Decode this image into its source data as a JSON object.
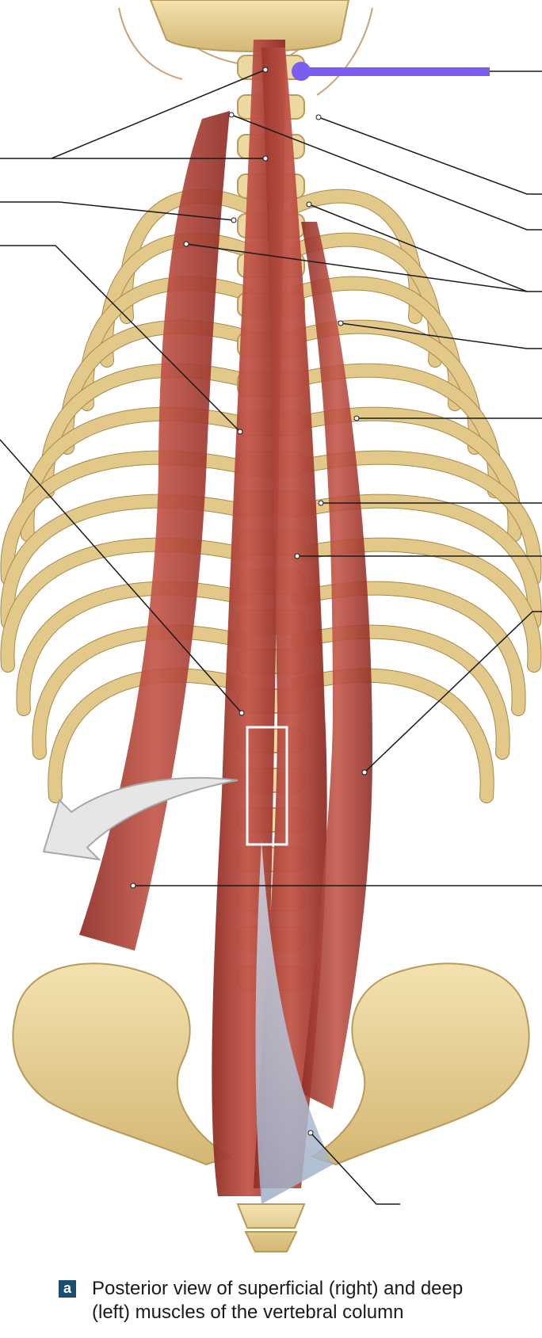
{
  "figure": {
    "panel_letter": "a",
    "caption": "Posterior view of superficial (right) and deep (left) muscles of the vertebral column"
  },
  "colors": {
    "muscle": "#b8463a",
    "muscle_dark": "#8f2e26",
    "bone": "#e6cf94",
    "bone_dark": "#b89a5a",
    "tendon": "#b9c6d8",
    "leader": "#1a1a1a",
    "highlight_bar": "#7d5cf2",
    "badge": "#1b4f72"
  },
  "icons": [
    "enlargement-box",
    "callout-arrow"
  ]
}
